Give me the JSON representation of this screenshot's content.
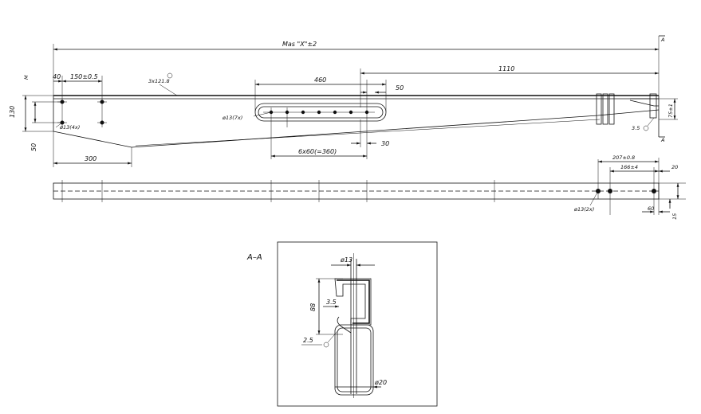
{
  "overall_length": "Mas \"X\"±2",
  "section_mark": "A",
  "top_view": {
    "dim_40": "40",
    "dim_150": "150±0.5",
    "dim_m": "M",
    "dim_130": "130",
    "dim_50": "50",
    "dim_300": "300",
    "holes_4": "ø13(4x)",
    "leader_note": "3x121.8",
    "dim_460": "460",
    "dim_1110": "1110",
    "dim_50b": "50",
    "holes_7": "ø13(7x)",
    "dim_30": "30",
    "dim_6x60": "6x60(=360)",
    "dim_75": "75±1",
    "dim_35": "3.5"
  },
  "bottom_view": {
    "dim_207": "207±0.8",
    "dim_166": "166±4",
    "dim_20": "20",
    "dim_60": "60",
    "dim_15": "15",
    "holes_2": "ø13(2x)"
  },
  "section": {
    "title": "A–A",
    "dia_13": "ø13",
    "dim_88": "88",
    "dim_35": "3.5",
    "dim_25": "2.5",
    "dia_20": "ø20"
  }
}
